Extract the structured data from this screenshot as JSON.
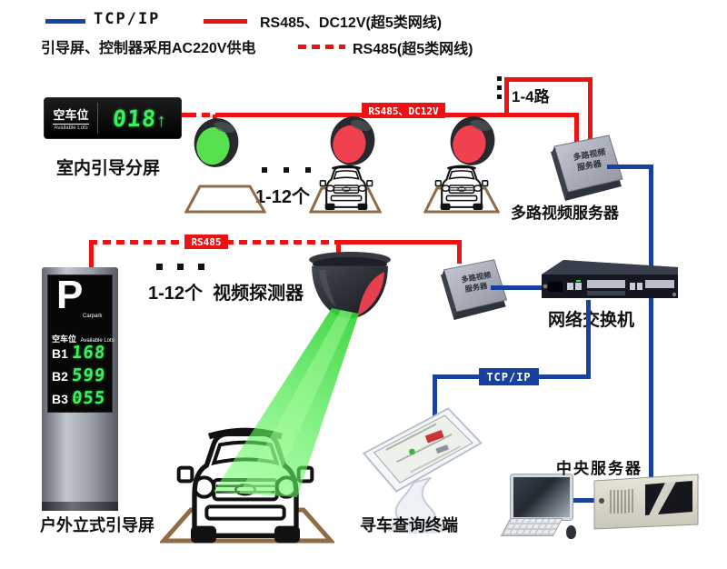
{
  "legend": {
    "items": [
      {
        "label": "TCP/IP",
        "line": "solid",
        "color": "#16429e"
      },
      {
        "label": "RS485、DC12V(超5类网线)",
        "line": "solid",
        "color": "#ee1111"
      },
      {
        "label": "RS485(超5类网线)",
        "line": "dashed",
        "color": "#ee1111"
      }
    ],
    "power_note": "引导屏、控制器采用AC220V供电"
  },
  "indoor_display": {
    "screen_title": "空车位",
    "screen_subtitle": "Available Lots",
    "value": "018",
    "arrow": "↑",
    "caption": "室内引导分屏"
  },
  "row1": {
    "count": "1-12个",
    "bus_label": "RS485、DC12V",
    "channels": "1-4路",
    "detectors": [
      {
        "state": "vacant",
        "color": "#57e14f"
      },
      {
        "state": "occupied",
        "color": "#f2414e"
      },
      {
        "state": "occupied",
        "color": "#f2414e"
      }
    ]
  },
  "video_server1": {
    "chip_line1": "多路视频",
    "chip_line2": "服务器",
    "caption": "多路视频服务器"
  },
  "network_switch": {
    "caption": "网络交换机"
  },
  "row2": {
    "bus_label": "RS485",
    "count": "1-12个",
    "device": "视频探测器"
  },
  "video_server2": {
    "chip_line1": "多路视频",
    "chip_line2": "服务器"
  },
  "outdoor_display": {
    "logo": "P",
    "brand": "Carpark",
    "screen_title": "空车位",
    "screen_subtitle": "Available Lots",
    "rows": [
      {
        "floor": "B1",
        "value": "168"
      },
      {
        "floor": "B2",
        "value": "599"
      },
      {
        "floor": "B3",
        "value": "055"
      }
    ],
    "caption": "户外立式引导屏"
  },
  "kiosk": {
    "caption": "寻车查询终端"
  },
  "tcp_link": {
    "label": "TCP/IP"
  },
  "central_server": {
    "caption": "中央服务器"
  },
  "colors": {
    "tcpip_line": "#16429e",
    "rs485_line": "#ee1111",
    "led_green": "#3dee5d",
    "beam_green": "#4adb44",
    "parking_space": "#8f6b47"
  }
}
